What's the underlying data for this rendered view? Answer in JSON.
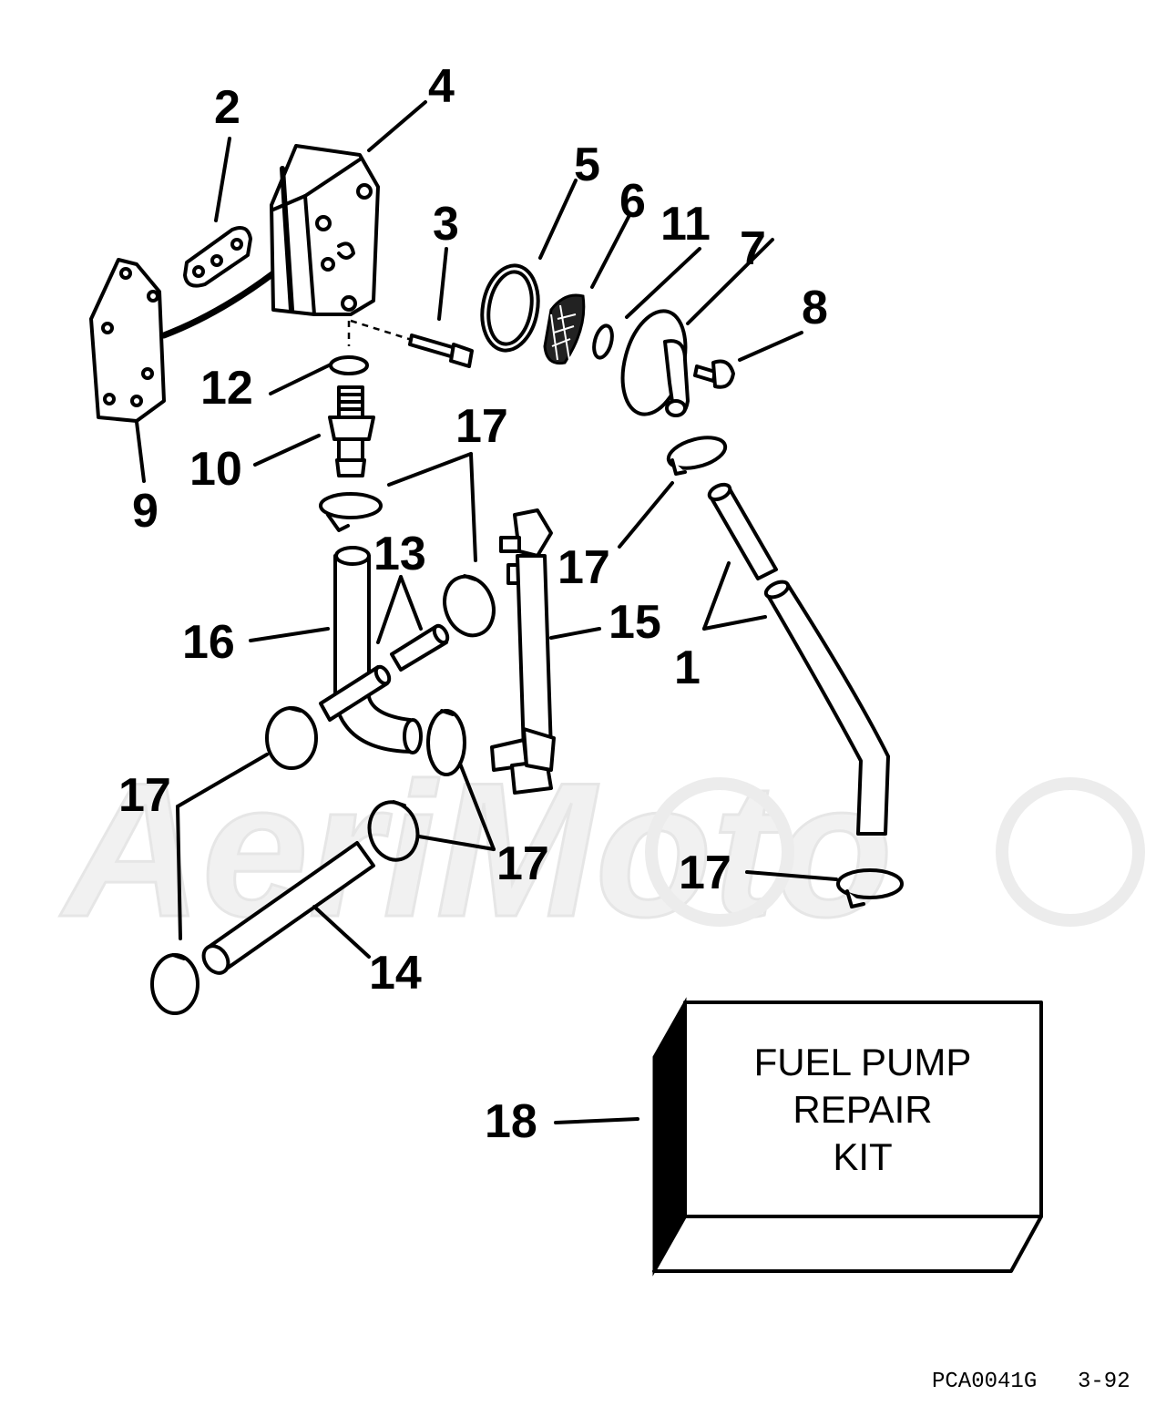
{
  "diagram": {
    "callouts": {
      "c1": "1",
      "c2": "2",
      "c3": "3",
      "c4": "4",
      "c5": "5",
      "c6": "6",
      "c7": "7",
      "c8": "8",
      "c9": "9",
      "c10": "10",
      "c11": "11",
      "c12": "12",
      "c13": "13",
      "c14": "14",
      "c15": "15",
      "c16": "16",
      "c17": "17",
      "c18": "18"
    },
    "kit_label": {
      "line1": "FUEL PUMP",
      "line2": "REPAIR",
      "line3": "KIT"
    },
    "caption": {
      "code": "PCA0041G",
      "date": "3-92"
    },
    "watermark": "AeriMoto"
  }
}
